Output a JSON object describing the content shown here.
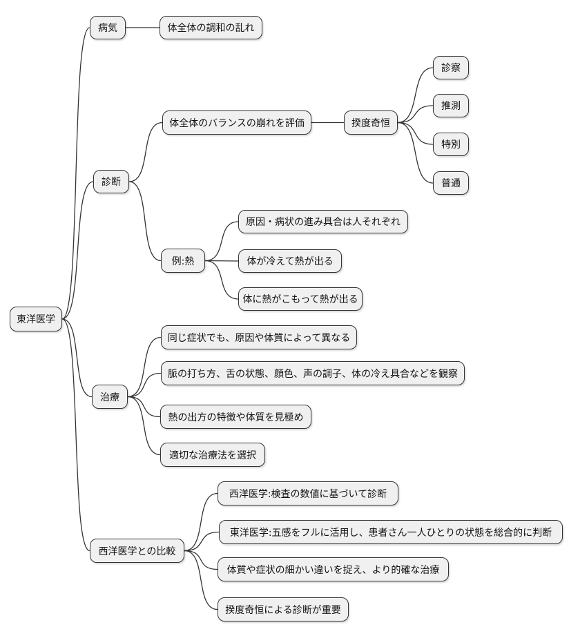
{
  "diagram": {
    "type": "mindmap",
    "colors": {
      "background": "#ffffff",
      "node_fill": "#f0f0f0",
      "node_border": "#333333",
      "edge": "#333333",
      "text": "#111111"
    }
  },
  "mindmap": {
    "nodes": [
      {
        "id": "root",
        "parent": null,
        "label": "東洋医学"
      },
      {
        "id": "byoki",
        "parent": "root",
        "label": "病気"
      },
      {
        "id": "byoki1",
        "parent": "byoki",
        "label": "体全体の調和の乱れ"
      },
      {
        "id": "shindan",
        "parent": "root",
        "label": "診断"
      },
      {
        "id": "shindan1",
        "parent": "shindan",
        "label": "体全体のバランスの崩れを評価"
      },
      {
        "id": "kitaku",
        "parent": "shindan1",
        "label": "揆度奇恒"
      },
      {
        "id": "s1",
        "parent": "kitaku",
        "label": "診察"
      },
      {
        "id": "s2",
        "parent": "kitaku",
        "label": "推測"
      },
      {
        "id": "s3",
        "parent": "kitaku",
        "label": "特別"
      },
      {
        "id": "s4",
        "parent": "kitaku",
        "label": "普通"
      },
      {
        "id": "rei",
        "parent": "shindan",
        "label": "例:熱"
      },
      {
        "id": "r1",
        "parent": "rei",
        "label": "原因・病状の進み具合は人それぞれ"
      },
      {
        "id": "r2",
        "parent": "rei",
        "label": "体が冷えて熱が出る"
      },
      {
        "id": "r3",
        "parent": "rei",
        "label": "体に熱がこもって熱が出る"
      },
      {
        "id": "chiryo",
        "parent": "root",
        "label": "治療"
      },
      {
        "id": "c1",
        "parent": "chiryo",
        "label": "同じ症状でも、原因や体質によって異なる"
      },
      {
        "id": "c2",
        "parent": "chiryo",
        "label": "脈の打ち方、舌の状態、顔色、声の調子、体の冷え具合などを観察"
      },
      {
        "id": "c3",
        "parent": "chiryo",
        "label": "熱の出方の特徴や体質を見極め"
      },
      {
        "id": "c4",
        "parent": "chiryo",
        "label": "適切な治療法を選択"
      },
      {
        "id": "hikaku",
        "parent": "root",
        "label": "西洋医学との比較"
      },
      {
        "id": "h1",
        "parent": "hikaku",
        "label": "西洋医学:検査の数値に基づいて診断"
      },
      {
        "id": "h2",
        "parent": "hikaku",
        "label": "東洋医学:五感をフルに活用し、患者さん一人ひとりの状態を総合的に判断"
      },
      {
        "id": "h3",
        "parent": "hikaku",
        "label": "体質や症状の細かい違いを捉え、より的確な治療"
      },
      {
        "id": "h4",
        "parent": "hikaku",
        "label": "揆度奇恒による診断が重要"
      }
    ]
  }
}
